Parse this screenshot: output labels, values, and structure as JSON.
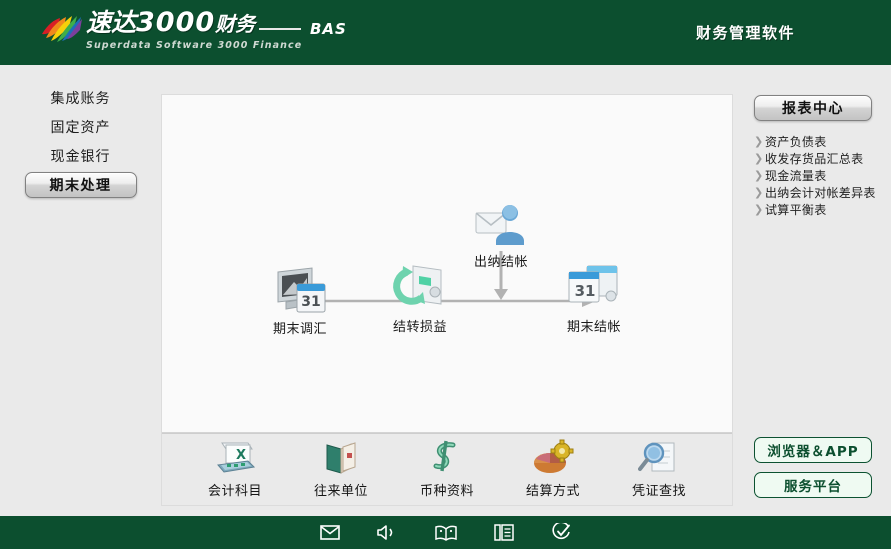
{
  "header": {
    "logo_icon": "butterfly-logo-icon",
    "brand_cn_prefix": "速达",
    "brand_number": "3000",
    "brand_cn_suffix": "财务",
    "brand_en": "Superdata Software 3000 Finance",
    "edition": "BAS",
    "right_title": "财务管理软件",
    "green": "#0c4f2f"
  },
  "sidebar": {
    "items": [
      {
        "label": "集成账务",
        "active": false
      },
      {
        "label": "固定资产",
        "active": false
      },
      {
        "label": "现金银行",
        "active": false
      },
      {
        "label": "期末处理",
        "active": true
      }
    ]
  },
  "diagram": {
    "nodes": [
      {
        "id": "period-exchange",
        "label": "期末调汇",
        "icon": "monitor-calendar-icon"
      },
      {
        "id": "carry-profit-loss",
        "label": "结转损益",
        "icon": "recycle-document-icon"
      },
      {
        "id": "cashier-settlement",
        "label": "出纳结帐",
        "icon": "user-mail-icon"
      },
      {
        "id": "period-close",
        "label": "期末结帐",
        "icon": "calendar-31-icon"
      }
    ],
    "connections": [
      {
        "from": "period-exchange",
        "to": "carry-profit-loss",
        "type": "line"
      },
      {
        "from": "carry-profit-loss",
        "to": "period-close",
        "type": "arrow"
      },
      {
        "from": "cashier-settlement",
        "to": "flow",
        "type": "arrow-down"
      }
    ]
  },
  "toolbar": {
    "items": [
      {
        "label": "会计科目",
        "icon": "spreadsheet-icon"
      },
      {
        "label": "往来单位",
        "icon": "books-icon"
      },
      {
        "label": "币种资料",
        "icon": "dollar-icon"
      },
      {
        "label": "结算方式",
        "icon": "pie-gear-icon"
      },
      {
        "label": "凭证查找",
        "icon": "magnifier-document-icon"
      }
    ]
  },
  "rightbar": {
    "report_center_label": "报表中心",
    "reports": [
      "资产负债表",
      "收发存货品汇总表",
      "现金流量表",
      "出纳会计对帐差异表",
      "试算平衡表"
    ],
    "browser_app_label": "浏览器＆APP",
    "service_platform_label": "服务平台"
  },
  "footer": {
    "icons": [
      {
        "name": "mail-icon",
        "glyph": "✉"
      },
      {
        "name": "speaker-icon",
        "glyph": "🔊"
      },
      {
        "name": "book-icon",
        "glyph": "📖"
      },
      {
        "name": "copy-icon",
        "glyph": "🗐"
      },
      {
        "name": "check-circle-icon",
        "glyph": "✓"
      }
    ]
  }
}
